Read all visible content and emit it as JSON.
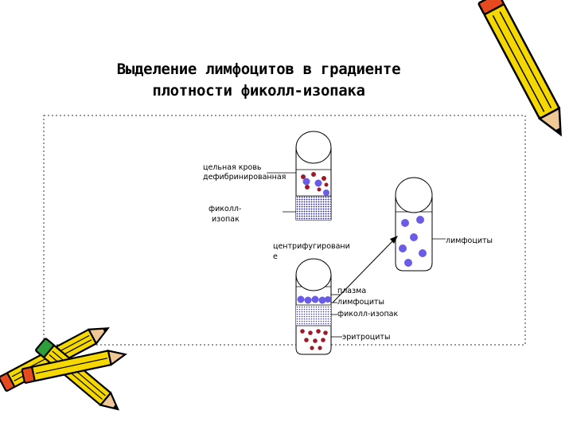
{
  "title": {
    "line1": "Выделение лимфоцитов в градиенте",
    "line2": "плотности фиколл-изопака"
  },
  "labels": {
    "whole_blood_1": "цельная кровь",
    "whole_blood_2": "дефибринированная",
    "ficoll_1": "фиколл-",
    "ficoll_2": "изопак",
    "centrifugation_1": "центрифугировани",
    "centrifugation_2": "е",
    "lymphocytes": "лимфоциты",
    "plasma": "плазма",
    "lymphocytes_layer": "лимфоциты",
    "ficoll_layer": "фиколл-изопак",
    "erythrocytes": "эритроциты"
  },
  "colors": {
    "red_cell": "#9B1B2A",
    "lymphocyte": "#6B5CE7",
    "ficoll_dots": "#1a1aa0",
    "pencil_yellow": "#F5D800",
    "pencil_tip": "#E84A20"
  },
  "icons": [
    "pencil-icon",
    "crossed-pencils-icon"
  ]
}
